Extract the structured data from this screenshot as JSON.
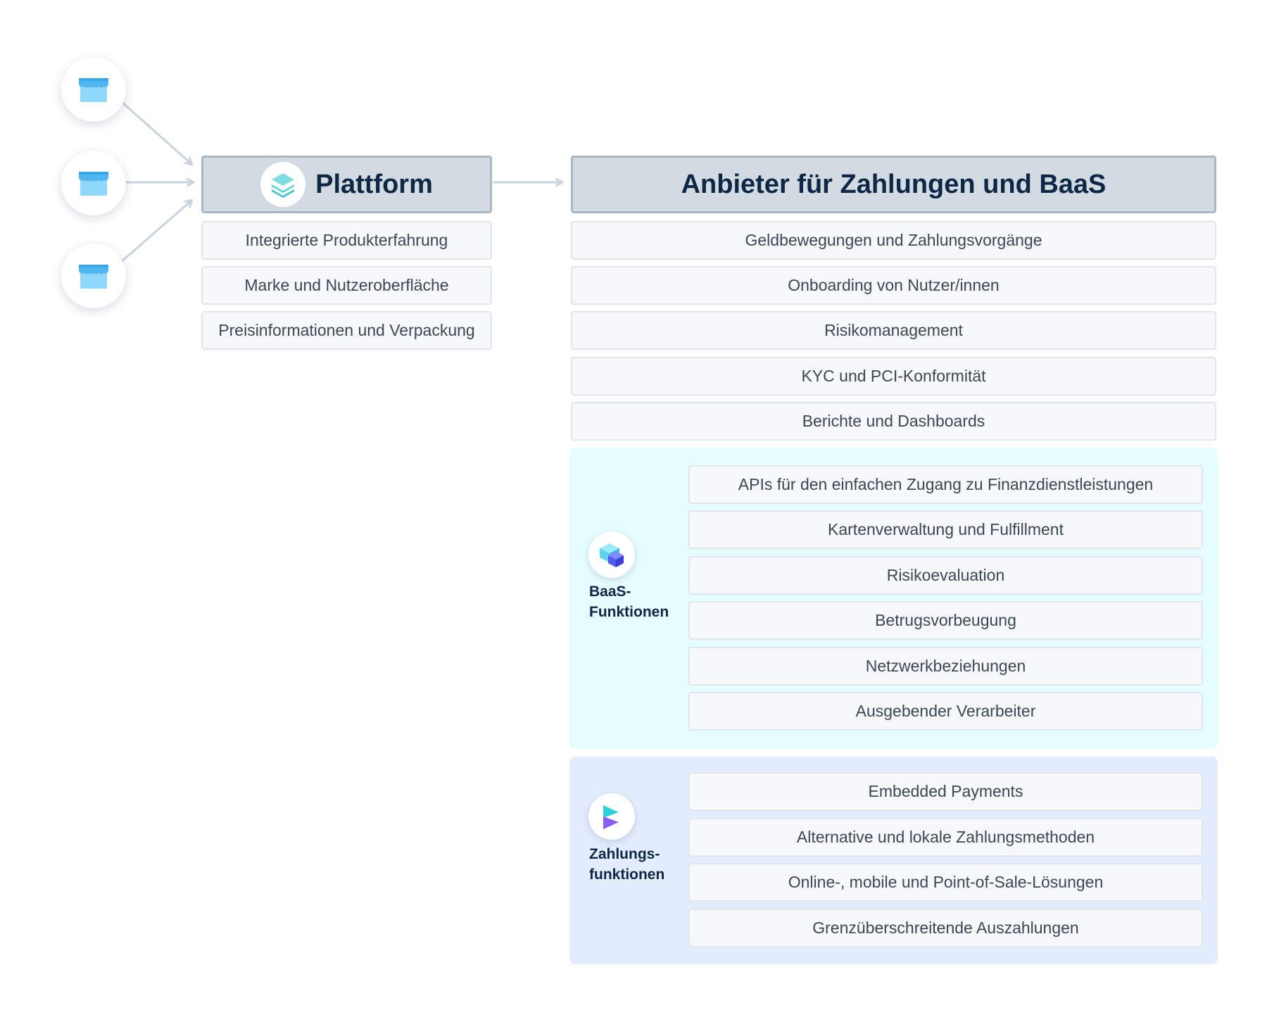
{
  "stores": [
    {
      "icon": "storefront-icon"
    },
    {
      "icon": "storefront-icon"
    },
    {
      "icon": "storefront-icon"
    }
  ],
  "platform": {
    "title": "Plattform",
    "icon": "layers-icon",
    "features": [
      "Integrierte Produkterfahrung",
      "Marke und Nutzeroberfläche",
      "Preisinformationen und Verpackung"
    ]
  },
  "provider": {
    "title": "Anbieter für Zahlungen und BaaS",
    "features": [
      "Geldbewegungen und Zahlungsvorgänge",
      "Onboarding von Nutzer/innen",
      "Risikomanagement",
      "KYC und PCI-Konformität",
      "Berichte und Dashboards"
    ]
  },
  "baas": {
    "label_line1": "BaaS-",
    "label_line2": "Funktionen",
    "icon": "cube-icon",
    "features": [
      "APIs für den einfachen Zugang zu Finanzdienstleistungen",
      "Kartenverwaltung und Fulfillment",
      "Risikoevaluation",
      "Betrugsvorbeugung",
      "Netzwerkbeziehungen",
      "Ausgebender Verarbeiter"
    ]
  },
  "payments": {
    "label_line1": "Zahlungs-",
    "label_line2": "funktionen",
    "icon": "payments-icon",
    "features": [
      "Embedded Payments",
      "Alternative und lokale Zahlungsmethoden",
      "Online-, mobile und Point-of-Sale-Lösungen",
      "Grenzüberschreitende Auszahlungen"
    ]
  },
  "colors": {
    "header_bg": "#d3dbe2",
    "header_border": "#a9b6c3",
    "box_bg": "#f7f8fa",
    "baas_panel": "#e6fdfd",
    "payments_panel": "#e4edfd",
    "arrow": "#c9d3dc",
    "store_blue": "#5bbcf4"
  }
}
